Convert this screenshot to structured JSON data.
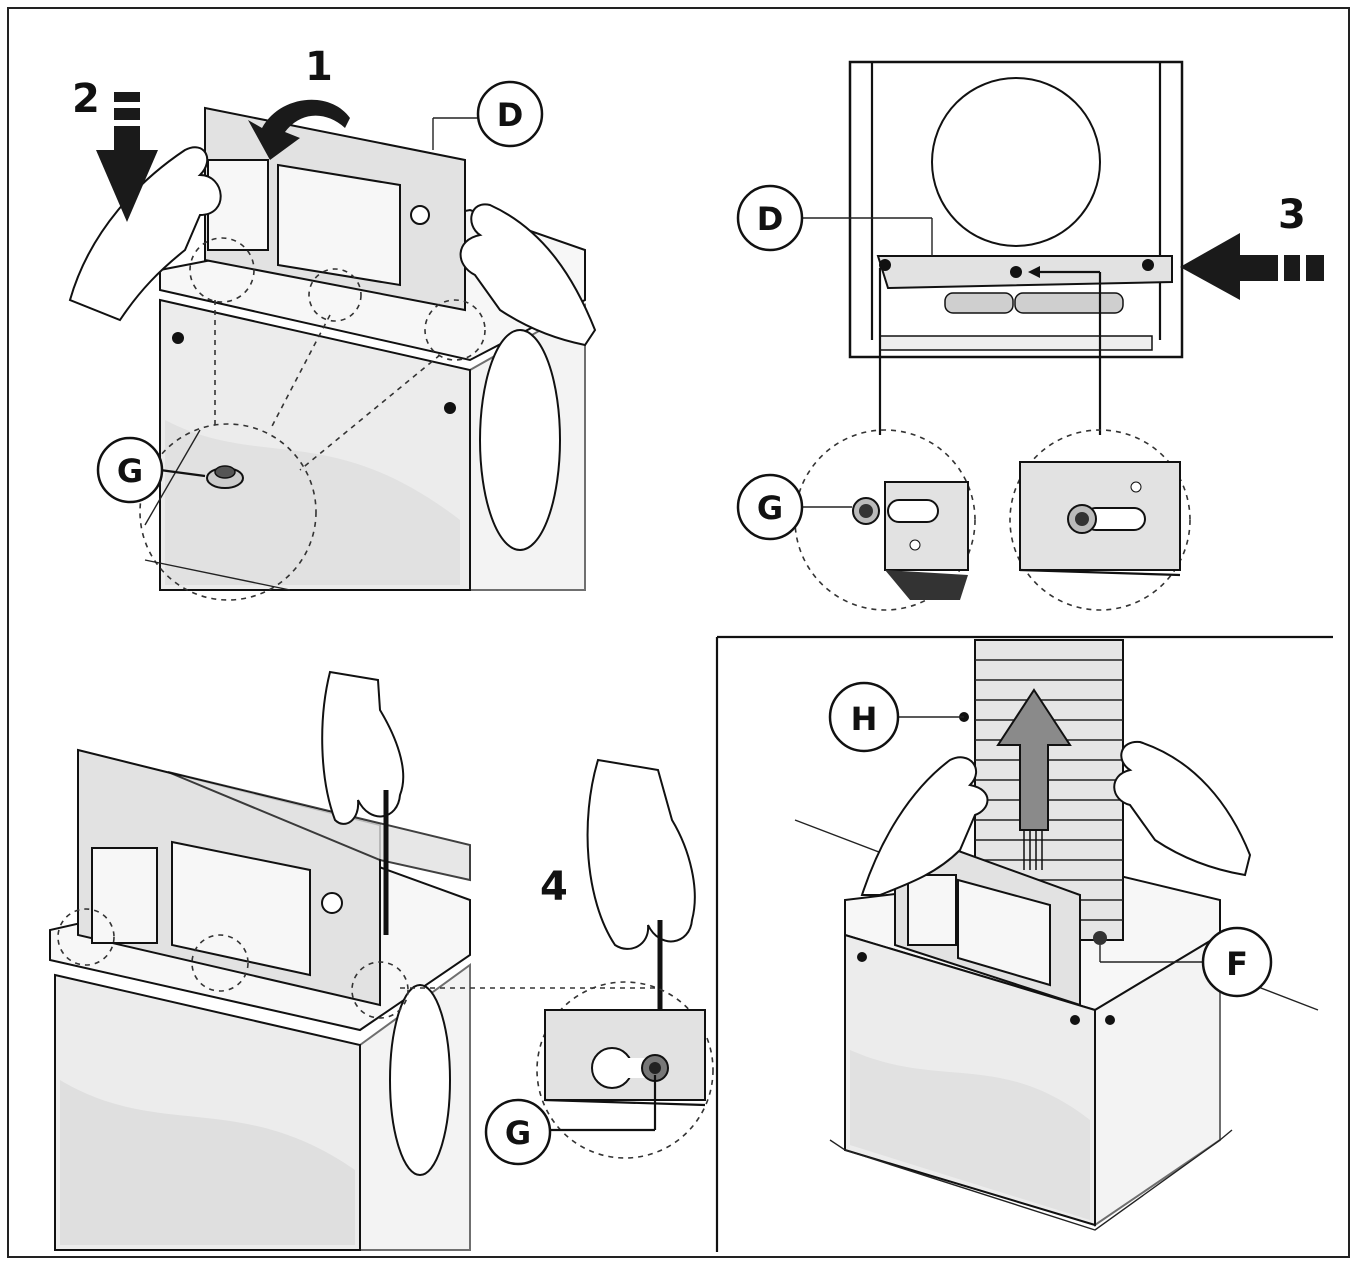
{
  "step_numbers": {
    "step1": "1",
    "step2": "2",
    "step3": "3",
    "step4": "4"
  },
  "callouts": {
    "d_top_left": "D",
    "g_top_left": "G",
    "d_top_right": "D",
    "g_top_right": "G",
    "g_bottom_left": "G",
    "h_bottom_right": "H",
    "f_bottom_right": "F"
  },
  "icons": {
    "curved_arrow": "curved-arrow-icon",
    "down_arrow": "down-arrow-icon",
    "left_arrow": "left-arrow-icon",
    "up_arrow": "up-arrow-icon"
  },
  "colors": {
    "line": "#111111",
    "panel_fill": "#ececec",
    "shadow": "#d6d6d6",
    "arrow": "#1a1a1a",
    "duct_arrow": "#8a8a8a"
  }
}
